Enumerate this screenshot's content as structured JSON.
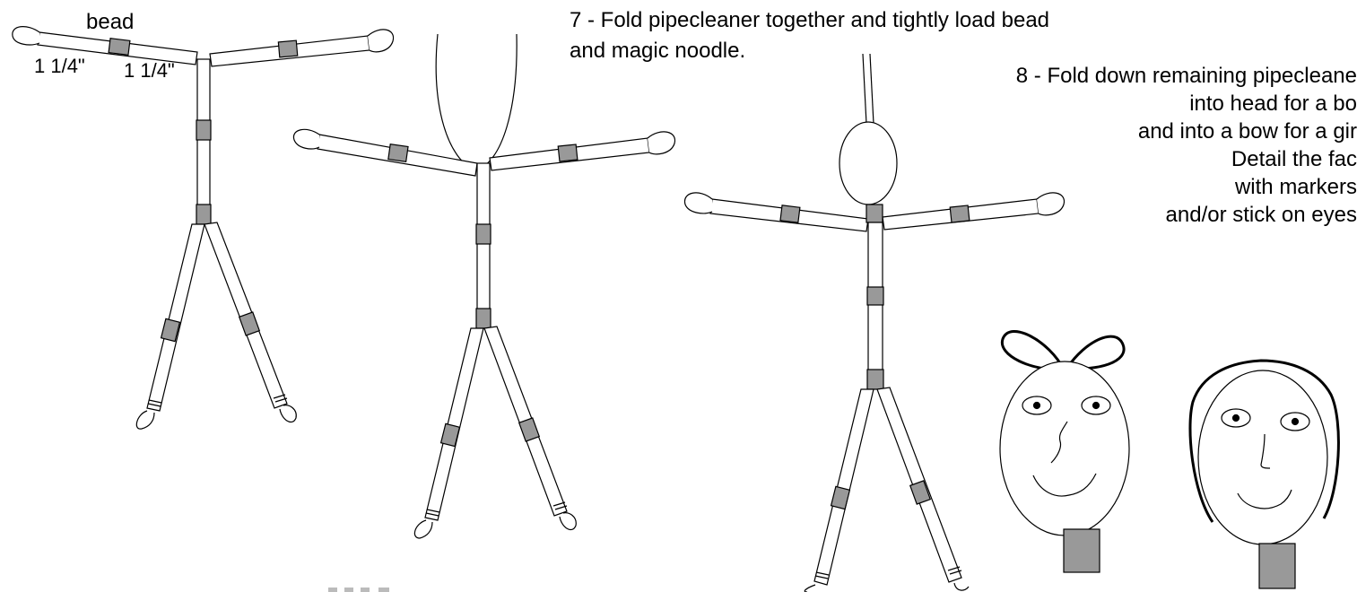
{
  "labels": {
    "bead": "bead",
    "measure_left": "1 1/4\"",
    "measure_right": "1 1/4\""
  },
  "step7": {
    "line1": "7 - Fold pipecleaner together and tightly load bead",
    "line2": "and magic noodle."
  },
  "step8": {
    "line1": "8 - Fold down remaining pipecleane",
    "line2": "into head for a bo",
    "line3": "and into a bow for a gir",
    "line4": "Detail the fac",
    "line5": "with markers",
    "line6": "and/or stick on eyes"
  },
  "colors": {
    "stroke": "#000000",
    "bead_fill": "#999999",
    "paper": "#ffffff"
  }
}
